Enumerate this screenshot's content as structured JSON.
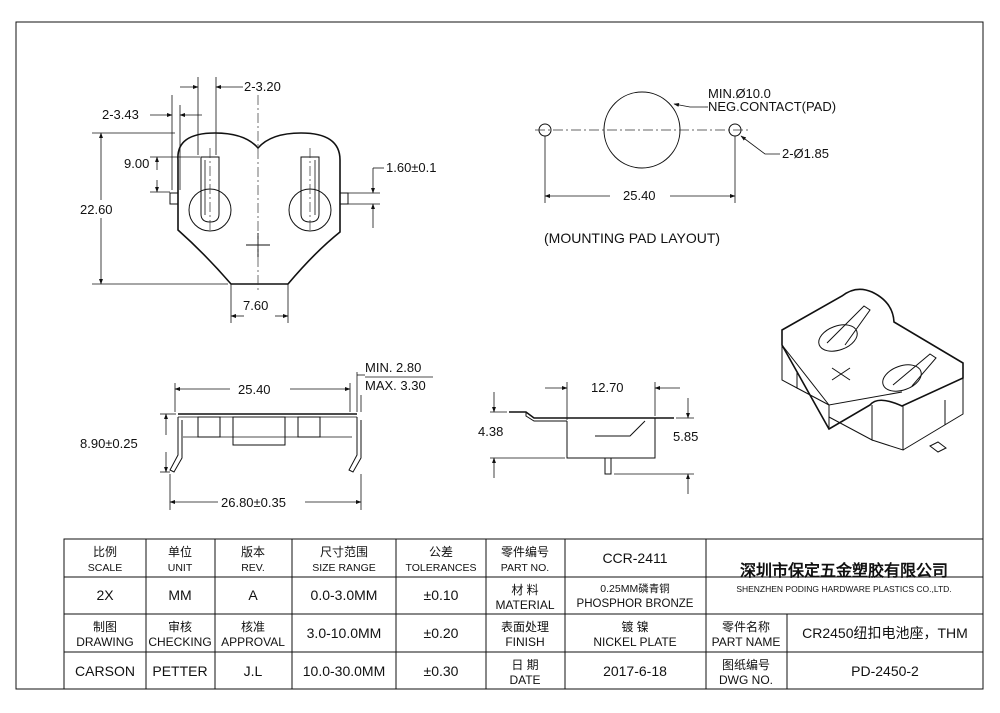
{
  "top_view": {
    "dim_2_320": "2-3.20",
    "dim_2_343": "2-3.43",
    "dim_900": "9.00",
    "dim_2260": "22.60",
    "dim_760": "7.60",
    "dim_160": "1.60±0.1"
  },
  "pad_layout": {
    "min_dia": "MIN.Ø10.0",
    "neg_contact": "NEG.CONTACT(PAD)",
    "hole_dia": "2-Ø1.85",
    "spacing": "25.40",
    "caption": "(MOUNTING PAD LAYOUT)"
  },
  "front_view": {
    "dim_2540": "25.40",
    "min_280": "MIN. 2.80",
    "max_330": "MAX. 3.30",
    "dim_890": "8.90±0.25",
    "dim_2680": "26.80±0.35"
  },
  "side_view": {
    "dim_1270": "12.70",
    "dim_438": "4.38",
    "dim_585": "5.85"
  },
  "title_block": {
    "scale_cn": "比例",
    "scale_en": "SCALE",
    "unit_cn": "单位",
    "unit_en": "UNIT",
    "rev_cn": "版本",
    "rev_en": "REV.",
    "size_cn": "尺寸范围",
    "size_en": "SIZE RANGE",
    "tol_cn": "公差",
    "tol_en": "TOLERANCES",
    "partno_cn": "零件编号",
    "partno_en": "PART NO.",
    "partno_val": "CCR-2411",
    "company_cn": "深圳市保定五金塑胶有限公司",
    "company_en": "SHENZHEN PODING HARDWARE PLASTICS CO.,LTD.",
    "scale_val": "2X",
    "unit_val": "MM",
    "rev_val": "A",
    "size1": "0.0-3.0MM",
    "tol1": "±0.10",
    "material_cn": "材  料",
    "material_en": "MATERIAL",
    "material_val_cn": "0.25MM磷青铜",
    "material_val_en": "PHOSPHOR BRONZE",
    "drawing_cn": "制图",
    "drawing_en": "DRAWING",
    "checking_cn": "审核",
    "checking_en": "CHECKING",
    "approval_cn": "核准",
    "approval_en": "APPROVAL",
    "size2": "3.0-10.0MM",
    "tol2": "±0.20",
    "finish_cn": "表面处理",
    "finish_en": "FINISH",
    "finish_val_cn": "镀  镍",
    "finish_val_en": "NICKEL PLATE",
    "partname_cn": "零件名称",
    "partname_en": "PART NAME",
    "partname_val": "CR2450纽扣电池座，THM",
    "drawer": "CARSON",
    "checker": "PETTER",
    "approver": "J.L",
    "size3": "10.0-30.0MM",
    "tol3": "±0.30",
    "date_cn": "日  期",
    "date_en": "DATE",
    "date_val": "2017-6-18",
    "dwgno_cn": "图纸编号",
    "dwgno_en": "DWG NO.",
    "dwgno_val": "PD-2450-2"
  }
}
